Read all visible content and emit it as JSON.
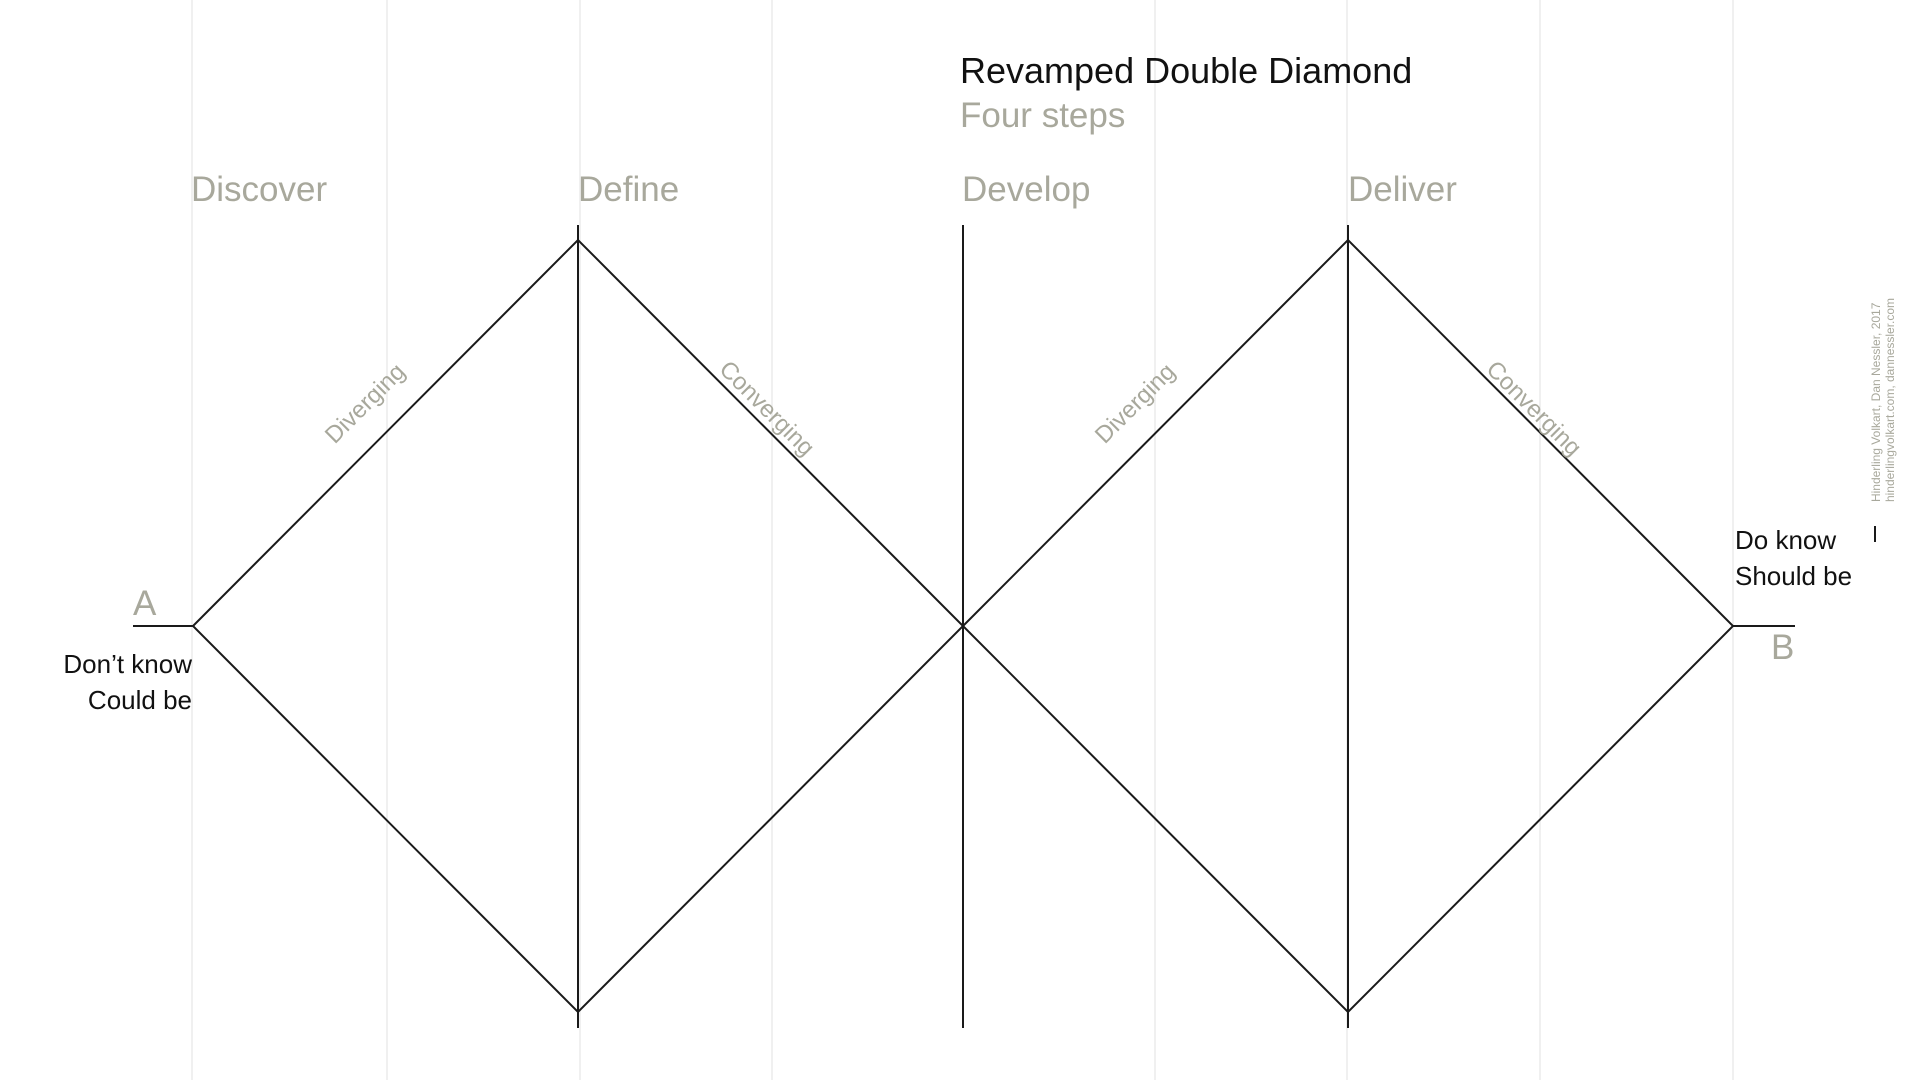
{
  "title": "Revamped Double Diamond",
  "subtitle": "Four steps",
  "phases": [
    "Discover",
    "Define",
    "Develop",
    "Deliver"
  ],
  "slope_labels": {
    "diverging": "Diverging",
    "converging": "Converging"
  },
  "start": {
    "letter": "A",
    "line1": "Don’t know",
    "line2": "Could be"
  },
  "end": {
    "letter": "B",
    "line1": "Do know",
    "line2": "Should be"
  },
  "credit": {
    "line1": "Hinderling Volkart, Dan Nessler, 2017",
    "line2": "hinderlingvolkart.com, dannessler.com"
  },
  "colors": {
    "line": "#1a1a1a",
    "muted": "#a8a89c",
    "grid": "#ececec",
    "text": "#111111"
  }
}
